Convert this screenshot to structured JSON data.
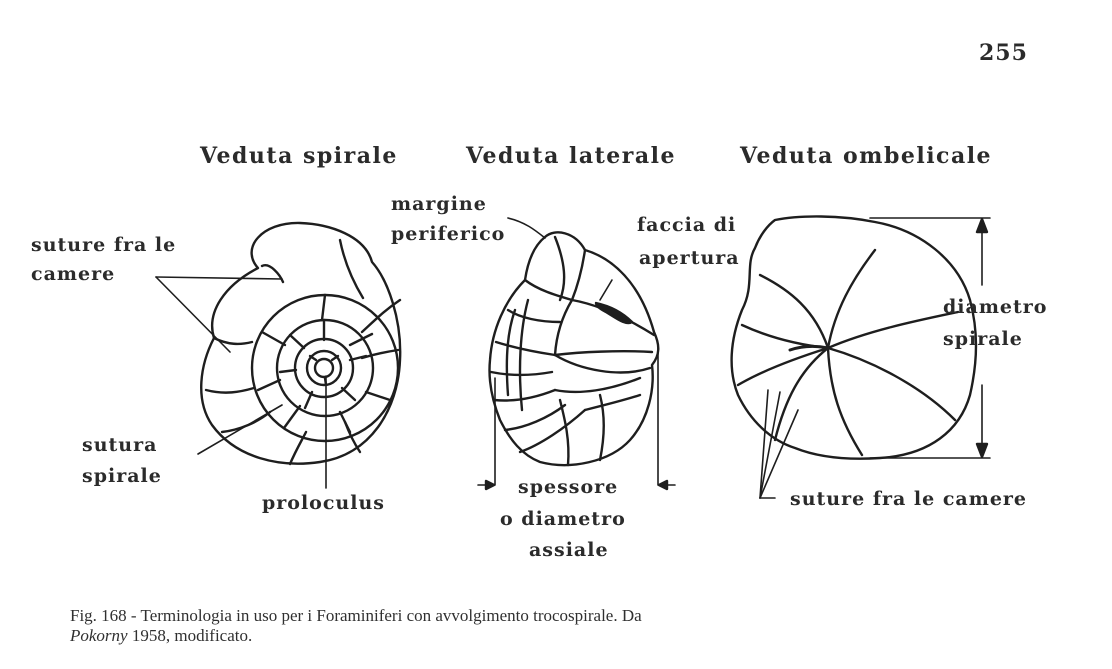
{
  "page_number": "255",
  "views": {
    "spiral_title": "Veduta spirale",
    "lateral_title": "Veduta laterale",
    "umbilical_title": "Veduta ombelicale"
  },
  "labels": {
    "suture_fra_le": "suture fra le",
    "camere": "camere",
    "sutura": "sutura",
    "spirale": "spirale",
    "proloculus": "proloculus",
    "margine": "margine",
    "periferico": "periferico",
    "faccia_di": "faccia di",
    "apertura": "apertura",
    "spessore": "spessore",
    "o_diametro": "o diametro",
    "assiale": "assiale",
    "diametro": "diametro",
    "spirale_right": "spirale",
    "suture_fra_le_camere": "suture fra le camere"
  },
  "caption": {
    "line1": "Fig. 168 - Terminologia in uso per i Foraminiferi con avvolgimento trocospirale. Da",
    "author": "Pokorny",
    "line2_rest": " 1958, modificato."
  }
}
